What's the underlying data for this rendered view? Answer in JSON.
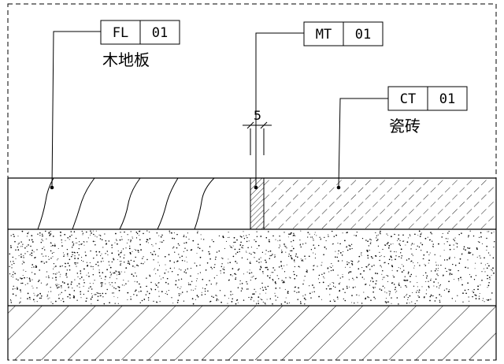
{
  "callouts": [
    {
      "code": "FL",
      "number": "01",
      "label": "木地板"
    },
    {
      "code": "MT",
      "number": "01",
      "label": ""
    },
    {
      "code": "CT",
      "number": "01",
      "label": "瓷砖"
    }
  ],
  "dimension": {
    "value": "5"
  }
}
